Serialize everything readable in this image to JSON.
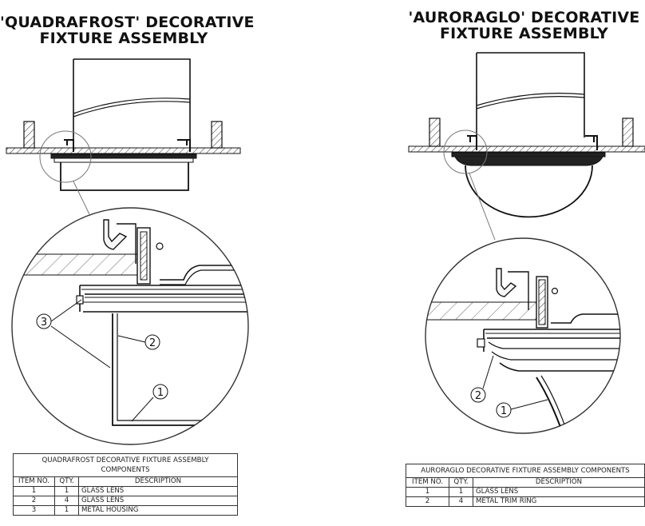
{
  "left_assembly": {
    "title_line1": "'QUADRAFROST' DECORATIVE",
    "title_line2": "FIXTURE ASSEMBLY",
    "callouts": [
      "3",
      "2",
      "1"
    ],
    "bom": {
      "title": "QUADRAFROST DECORATIVE FIXTURE ASSEMBLY COMPONENTS",
      "headers": [
        "ITEM NO.",
        "QTY.",
        "DESCRIPTION"
      ],
      "rows": [
        {
          "item": "1",
          "qty": "1",
          "description": "GLASS LENS"
        },
        {
          "item": "2",
          "qty": "4",
          "description": "GLASS LENS"
        },
        {
          "item": "3",
          "qty": "1",
          "description": "METAL HOUSING"
        }
      ]
    }
  },
  "right_assembly": {
    "title_line1": "'AURORAGLO' DECORATIVE",
    "title_line2": "FIXTURE ASSEMBLY",
    "callouts": [
      "2",
      "1"
    ],
    "bom": {
      "title": "AURORAGLO DECORATIVE FIXTURE ASSEMBLY COMPONENTS",
      "headers": [
        "ITEM NO.",
        "QTY.",
        "DESCRIPTION"
      ],
      "rows": [
        {
          "item": "1",
          "qty": "1",
          "description": "GLASS LENS"
        },
        {
          "item": "2",
          "qty": "4",
          "description": "METAL TRIM RING"
        }
      ]
    }
  }
}
